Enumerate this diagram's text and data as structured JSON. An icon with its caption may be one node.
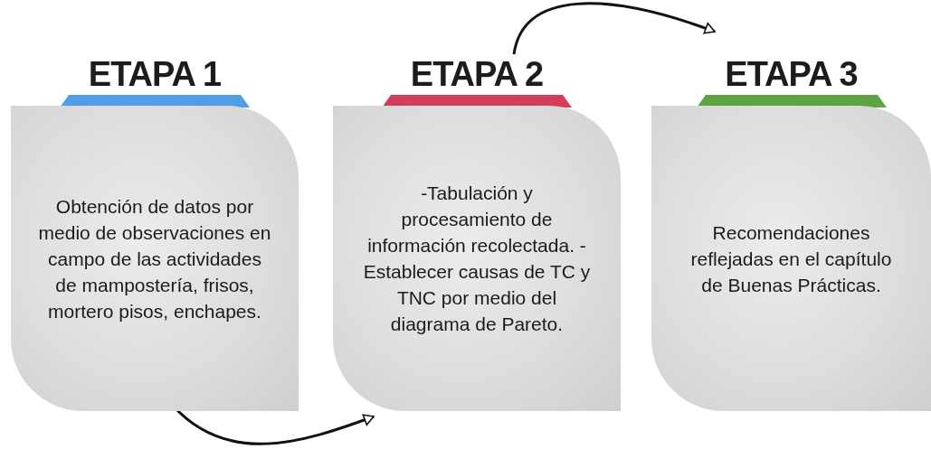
{
  "diagram": {
    "nodes": [
      {
        "text": [
          "ETAPA 1",
          "Obtención de datos por medio de observaciones en campo de las actividades de mampostería, frisos, mortero pisos, enchapes."
        ]
      },
      {
        "text": [
          "ETAPA 2",
          "-Tabulación y procesamiento de información recolectada. - Establecer causas de TC y TNC por medio del diagrama de Pareto."
        ]
      },
      {
        "text": [
          "ETAPA 3",
          "Recomendaciones reflejadas en el capítulo de Buenas Prácticas."
        ]
      }
    ],
    "edges": [
      {
        "from": 0,
        "to": 1,
        "arrow": "to"
      },
      {
        "from": 1,
        "to": 2,
        "arrow": "to"
      }
    ]
  }
}
